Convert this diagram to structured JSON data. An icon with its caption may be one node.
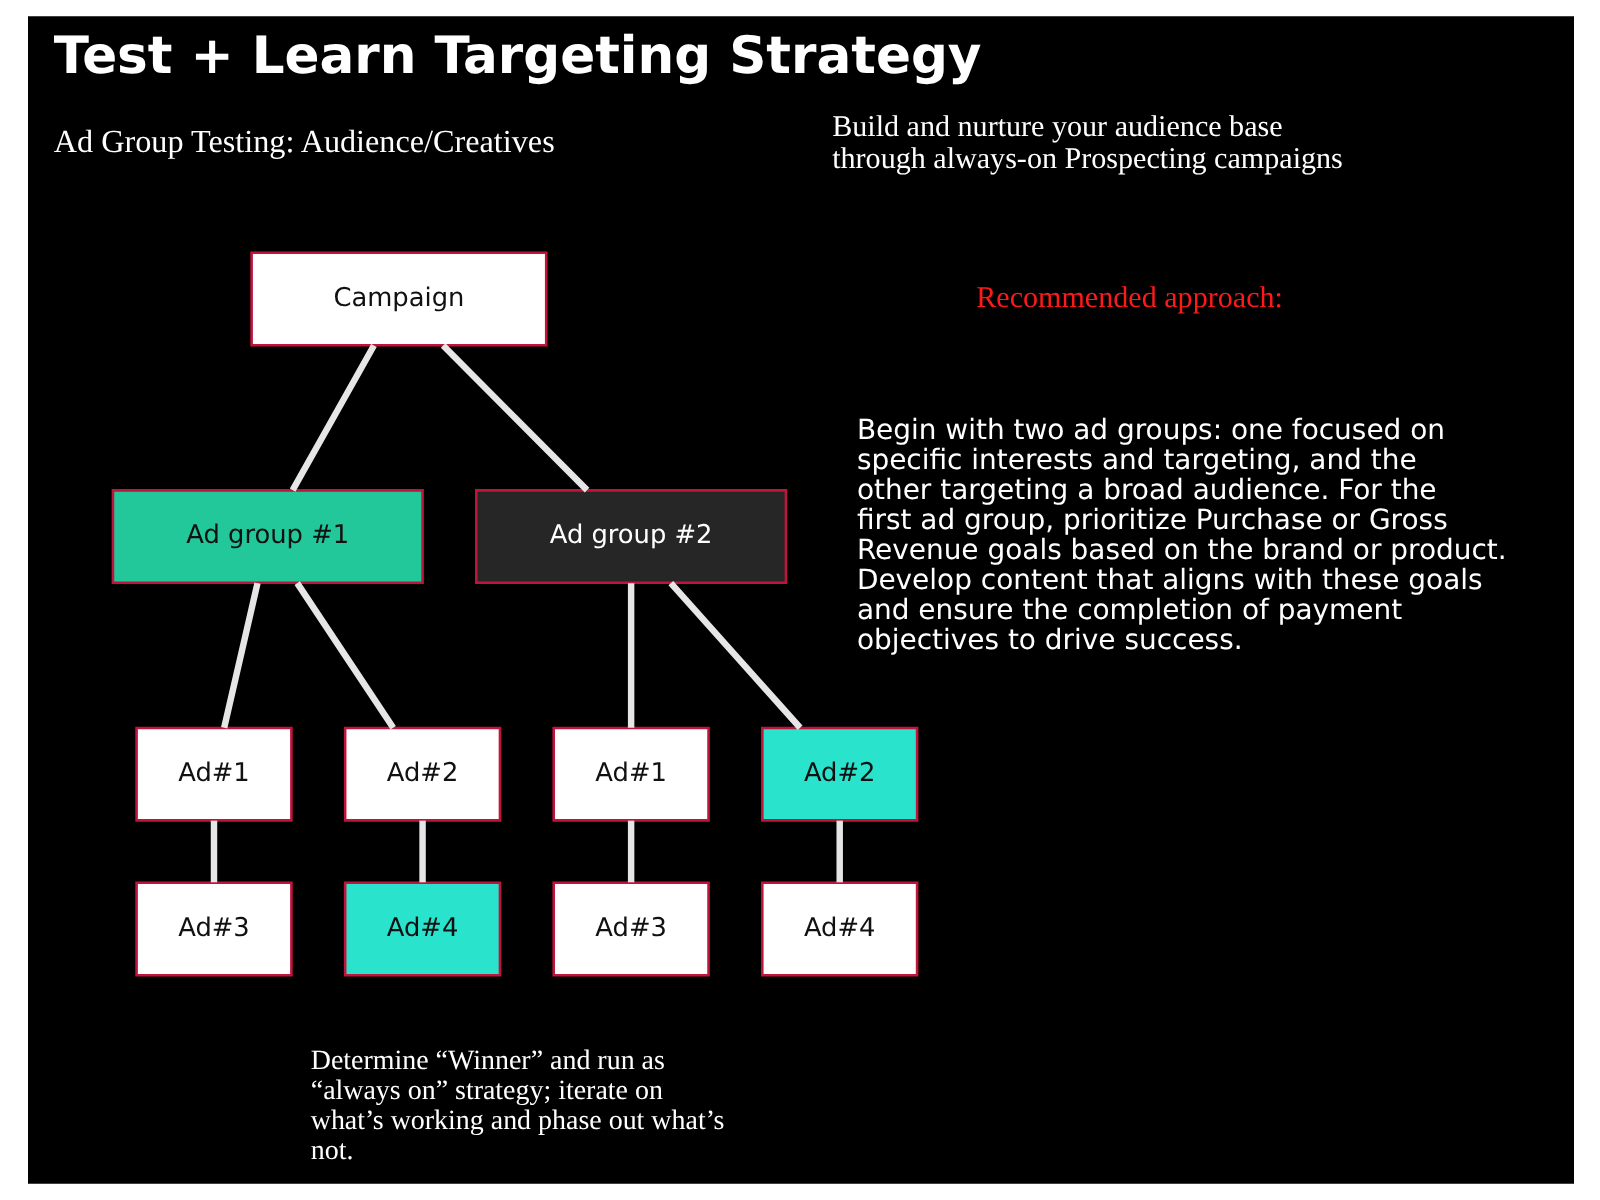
{
  "diagram": {
    "title": "Test + Learn Targeting Strategy",
    "nodes": [
      {
        "text": [
          "Campaign"
        ]
      },
      {
        "text": [
          "Ad group #1"
        ]
      },
      {
        "text": [
          "Ad group #2"
        ]
      },
      {
        "text": [
          "Ad#1"
        ]
      },
      {
        "text": [
          "Ad#2"
        ]
      },
      {
        "text": [
          "Ad#1"
        ]
      },
      {
        "text": [
          "Ad#2"
        ]
      },
      {
        "text": [
          "Ad#3"
        ]
      },
      {
        "text": [
          "Ad#4"
        ]
      },
      {
        "text": [
          "Ad#3"
        ]
      },
      {
        "text": [
          "Ad#4"
        ]
      }
    ],
    "edges": [
      {
        "from": 0,
        "to": 1,
        "arrow": "none"
      },
      {
        "from": 0,
        "to": 2,
        "arrow": "none"
      },
      {
        "from": 1,
        "to": 3,
        "arrow": "none"
      },
      {
        "from": 1,
        "to": 4,
        "arrow": "none"
      },
      {
        "from": 2,
        "to": 5,
        "arrow": "none"
      },
      {
        "from": 2,
        "to": 6,
        "arrow": "none"
      },
      {
        "from": 3,
        "to": 7,
        "arrow": "none"
      },
      {
        "from": 4,
        "to": 8,
        "arrow": "none"
      },
      {
        "from": 5,
        "to": 9,
        "arrow": "none"
      },
      {
        "from": 6,
        "to": 10,
        "arrow": "none"
      }
    ],
    "labels": [
      "Ad Group Testing: Audience/Creatives",
      "Build and nurture your audience base through always-on Prospecting campaigns",
      "Recommended approach:",
      "Begin with two ad groups: one focused on specific interests and targeting, and the other targeting a broad audience. For the first ad group, prioritize Purchase or Gross Revenue goals based on the brand or product. Develop content that aligns with these goals and ensure the completion of payment objectives to drive success.",
      "Determine “Winner” and run as “always on” strategy; iterate on what’s working and phase out what’s not."
    ]
  }
}
